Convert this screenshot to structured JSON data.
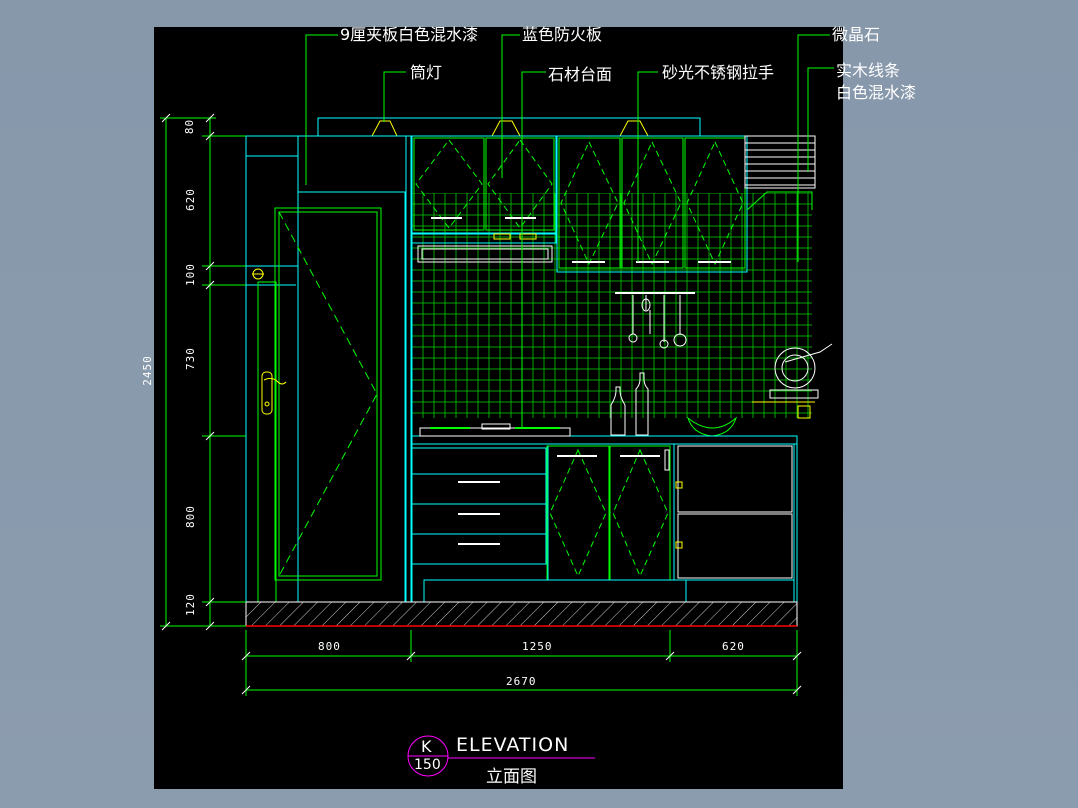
{
  "callouts": {
    "plywood": "9厘夹板白色混水漆",
    "fire_board": "蓝色防火板",
    "downlight": "筒灯",
    "countertop": "石材台面",
    "handle": "砂光不锈钢拉手",
    "crystal_stone": "微晶石",
    "wood_trim_1": "实木线条",
    "wood_trim_2": "白色混水漆"
  },
  "dimensions": {
    "vertical": [
      "80",
      "620",
      "100",
      "730",
      "800",
      "120"
    ],
    "total_height": "2450",
    "horizontal": [
      "800",
      "1250",
      "620"
    ],
    "total_width": "2670"
  },
  "title": {
    "sheet_letter": "K",
    "sheet_number": "150",
    "english": "ELEVATION",
    "chinese": "立面图"
  },
  "colors": {
    "background": "#000000",
    "cyan": "#00ffff",
    "green": "#00ff00",
    "yellow": "#ffff00",
    "magenta": "#ff00ff",
    "red": "#ff0000"
  }
}
